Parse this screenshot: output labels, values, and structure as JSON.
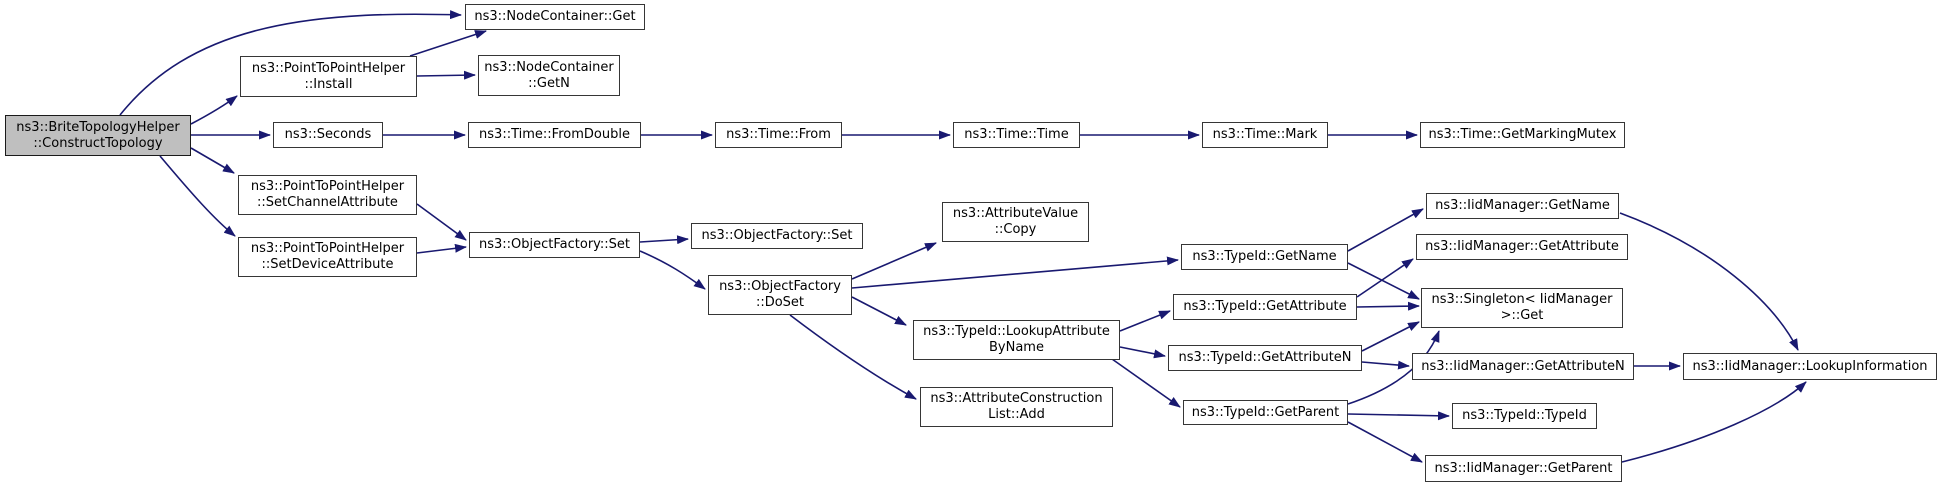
{
  "figure": {
    "type": "call-graph",
    "description": "doxygen caller graph"
  },
  "colors": {
    "background": "#ffffff",
    "edge": "#191970",
    "node_border": "#363636",
    "node_fill": "#ffffff",
    "root_fill": "#bfbfbf",
    "text": "#000000"
  },
  "nodes": {
    "root": {
      "label": "ns3::BriteTopologyHelper\n::ConstructTopology"
    },
    "nodecontainer_get": {
      "label": "ns3::NodeContainer::Get"
    },
    "p2p_install": {
      "label": "ns3::PointToPointHelper\n::Install"
    },
    "nodecontainer_getn": {
      "label": "ns3::NodeContainer\n::GetN"
    },
    "seconds": {
      "label": "ns3::Seconds"
    },
    "time_fromdouble": {
      "label": "ns3::Time::FromDouble"
    },
    "time_from": {
      "label": "ns3::Time::From"
    },
    "time_time": {
      "label": "ns3::Time::Time"
    },
    "time_mark": {
      "label": "ns3::Time::Mark"
    },
    "time_getmarkingmutex": {
      "label": "ns3::Time::GetMarkingMutex"
    },
    "p2p_setchannel": {
      "label": "ns3::PointToPointHelper\n::SetChannelAttribute"
    },
    "p2p_setdevice": {
      "label": "ns3::PointToPointHelper\n::SetDeviceAttribute"
    },
    "objfactory_set1": {
      "label": "ns3::ObjectFactory::Set"
    },
    "objfactory_set2": {
      "label": "ns3::ObjectFactory::Set"
    },
    "attrvalue_copy": {
      "label": "ns3::AttributeValue\n::Copy"
    },
    "objfactory_doset": {
      "label": "ns3::ObjectFactory\n::DoSet"
    },
    "typeid_getname": {
      "label": "ns3::TypeId::GetName"
    },
    "typeid_getattribute": {
      "label": "ns3::TypeId::GetAttribute"
    },
    "typeid_lookupattrbyname": {
      "label": "ns3::TypeId::LookupAttribute\nByName"
    },
    "typeid_getattributen": {
      "label": "ns3::TypeId::GetAttributeN"
    },
    "attrconstrlist_add": {
      "label": "ns3::AttributeConstruction\nList::Add"
    },
    "typeid_getparent": {
      "label": "ns3::TypeId::GetParent"
    },
    "iid_getname": {
      "label": "ns3::IidManager::GetName"
    },
    "iid_getattribute": {
      "label": "ns3::IidManager::GetAttribute"
    },
    "singleton_get": {
      "label": "ns3::Singleton< IidManager\n>::Get"
    },
    "iid_getattributen": {
      "label": "ns3::IidManager::GetAttributeN"
    },
    "iid_lookupinfo": {
      "label": "ns3::IidManager::LookupInformation"
    },
    "typeid_typeid": {
      "label": "ns3::TypeId::TypeId"
    },
    "iid_getparent": {
      "label": "ns3::IidManager::GetParent"
    }
  },
  "edges": [
    {
      "from": "root",
      "to": "nodecontainer_get"
    },
    {
      "from": "root",
      "to": "p2p_install"
    },
    {
      "from": "root",
      "to": "seconds"
    },
    {
      "from": "root",
      "to": "p2p_setchannel"
    },
    {
      "from": "root",
      "to": "p2p_setdevice"
    },
    {
      "from": "p2p_install",
      "to": "nodecontainer_get"
    },
    {
      "from": "p2p_install",
      "to": "nodecontainer_getn"
    },
    {
      "from": "seconds",
      "to": "time_fromdouble"
    },
    {
      "from": "time_fromdouble",
      "to": "time_from"
    },
    {
      "from": "time_from",
      "to": "time_time"
    },
    {
      "from": "time_time",
      "to": "time_mark"
    },
    {
      "from": "time_mark",
      "to": "time_getmarkingmutex"
    },
    {
      "from": "p2p_setchannel",
      "to": "objfactory_set1"
    },
    {
      "from": "p2p_setdevice",
      "to": "objfactory_set1"
    },
    {
      "from": "objfactory_set1",
      "to": "objfactory_set2"
    },
    {
      "from": "objfactory_set1",
      "to": "objfactory_doset"
    },
    {
      "from": "objfactory_doset",
      "to": "attrvalue_copy"
    },
    {
      "from": "objfactory_doset",
      "to": "typeid_getname"
    },
    {
      "from": "objfactory_doset",
      "to": "typeid_lookupattrbyname"
    },
    {
      "from": "objfactory_doset",
      "to": "attrconstrlist_add"
    },
    {
      "from": "typeid_lookupattrbyname",
      "to": "typeid_getattribute"
    },
    {
      "from": "typeid_lookupattrbyname",
      "to": "typeid_getattributen"
    },
    {
      "from": "typeid_lookupattrbyname",
      "to": "typeid_getparent"
    },
    {
      "from": "typeid_getname",
      "to": "iid_getname"
    },
    {
      "from": "typeid_getname",
      "to": "singleton_get"
    },
    {
      "from": "typeid_getattribute",
      "to": "iid_getattribute"
    },
    {
      "from": "typeid_getattribute",
      "to": "singleton_get"
    },
    {
      "from": "typeid_getattributen",
      "to": "singleton_get"
    },
    {
      "from": "typeid_getattributen",
      "to": "iid_getattributen"
    },
    {
      "from": "typeid_getparent",
      "to": "singleton_get"
    },
    {
      "from": "typeid_getparent",
      "to": "typeid_typeid"
    },
    {
      "from": "typeid_getparent",
      "to": "iid_getparent"
    },
    {
      "from": "iid_getname",
      "to": "iid_lookupinfo"
    },
    {
      "from": "iid_getattributen",
      "to": "iid_lookupinfo"
    },
    {
      "from": "iid_getparent",
      "to": "iid_lookupinfo"
    }
  ]
}
